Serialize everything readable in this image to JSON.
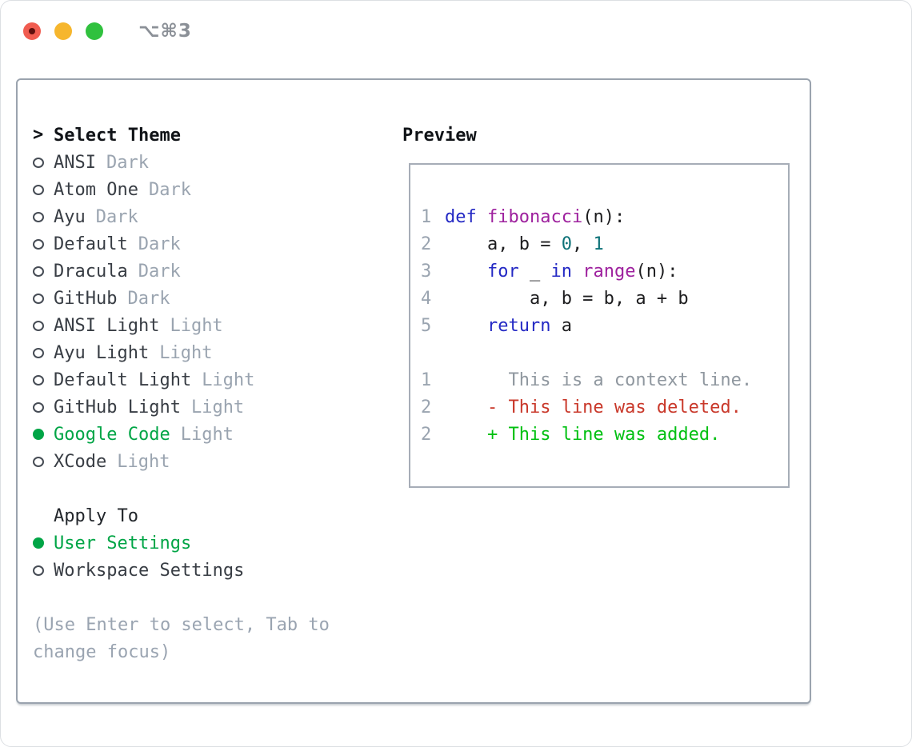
{
  "window": {
    "title": "⌥⌘3"
  },
  "colors": {
    "accent_green": "#00a546",
    "keyword_blue": "#2429c4",
    "function_purple": "#9e219e",
    "number_teal": "#0d7278",
    "diff_red": "#c9382a",
    "diff_green": "#00c011",
    "muted_gray": "#9aa4b0",
    "traffic_red": "#f05c50",
    "traffic_yellow": "#f6b62d",
    "traffic_green": "#30c13e"
  },
  "theme_panel": {
    "marker": ">",
    "header": "Select Theme",
    "themes": [
      {
        "name": "ANSI",
        "variant": "Dark",
        "selected": false
      },
      {
        "name": "Atom One",
        "variant": "Dark",
        "selected": false
      },
      {
        "name": "Ayu",
        "variant": "Dark",
        "selected": false
      },
      {
        "name": "Default",
        "variant": "Dark",
        "selected": false
      },
      {
        "name": "Dracula",
        "variant": "Dark",
        "selected": false
      },
      {
        "name": "GitHub",
        "variant": "Dark",
        "selected": false
      },
      {
        "name": "ANSI Light",
        "variant": "Light",
        "selected": false
      },
      {
        "name": "Ayu Light",
        "variant": "Light",
        "selected": false
      },
      {
        "name": "Default Light",
        "variant": "Light",
        "selected": false
      },
      {
        "name": "GitHub Light",
        "variant": "Light",
        "selected": false
      },
      {
        "name": "Google Code",
        "variant": "Light",
        "selected": true
      },
      {
        "name": "XCode",
        "variant": "Light",
        "selected": false
      }
    ],
    "apply_to": {
      "header": "Apply To",
      "options": [
        {
          "label": "User Settings",
          "selected": true
        },
        {
          "label": "Workspace Settings",
          "selected": false
        }
      ]
    },
    "help_lines": [
      "(Use Enter to select, Tab to",
      "change focus)"
    ]
  },
  "preview": {
    "title": "Preview",
    "code_lines": [
      {
        "num": "1",
        "tokens": [
          [
            "keyword",
            "def"
          ],
          [
            "plain",
            " "
          ],
          [
            "function",
            "fibonacci"
          ],
          [
            "plain",
            "(n):"
          ]
        ]
      },
      {
        "num": "2",
        "tokens": [
          [
            "plain",
            "    a, b = "
          ],
          [
            "number",
            "0"
          ],
          [
            "plain",
            ", "
          ],
          [
            "number",
            "1"
          ]
        ]
      },
      {
        "num": "3",
        "tokens": [
          [
            "plain",
            "    "
          ],
          [
            "keyword",
            "for"
          ],
          [
            "plain",
            " _ "
          ],
          [
            "keyword",
            "in"
          ],
          [
            "plain",
            " "
          ],
          [
            "function",
            "range"
          ],
          [
            "plain",
            "(n):"
          ]
        ]
      },
      {
        "num": "4",
        "tokens": [
          [
            "plain",
            "        a, b = b, a + b"
          ]
        ]
      },
      {
        "num": "5",
        "tokens": [
          [
            "plain",
            "    "
          ],
          [
            "keyword",
            "return"
          ],
          [
            "plain",
            " a"
          ]
        ]
      }
    ],
    "diff_lines": [
      {
        "num": "1",
        "kind": "context",
        "text": "      This is a context line."
      },
      {
        "num": "2",
        "kind": "deleted",
        "text": "    - This line was deleted."
      },
      {
        "num": "2",
        "kind": "added",
        "text": "    + This line was added."
      }
    ]
  }
}
